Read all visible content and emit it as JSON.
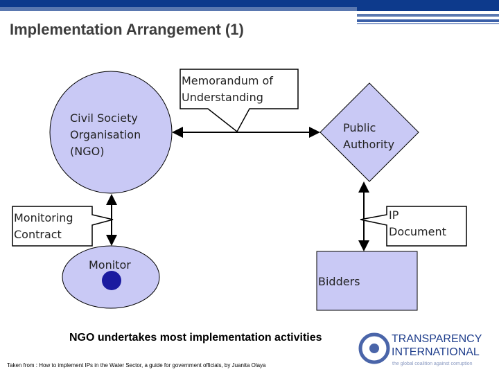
{
  "title": "Implementation Arrangement (1)",
  "nodes": {
    "cso": [
      "Civil Society",
      "Organisation",
      "(NGO)"
    ],
    "public_authority": [
      "Public",
      "Authority"
    ],
    "monitor": "Monitor",
    "bidders": "Bidders"
  },
  "callouts": {
    "mou": [
      "Memorandum of",
      "Understanding"
    ],
    "monitoring_contract": [
      "Monitoring",
      "Contract"
    ],
    "ip_document": [
      "IP",
      "Document"
    ]
  },
  "summary": "NGO undertakes most implementation activities",
  "source": "Taken from : How to implement IPs in the Water Sector, a guide for government officials, by Juanita Olaya",
  "logo": {
    "line1": "TRANSPARENCY",
    "line2": "INTERNATIONAL",
    "tagline": "the global coalition against corruption"
  },
  "colors": {
    "header": "#0d3a8c",
    "node_fill": "#c9c9f5",
    "monitor_dot": "#1a1aa0"
  }
}
